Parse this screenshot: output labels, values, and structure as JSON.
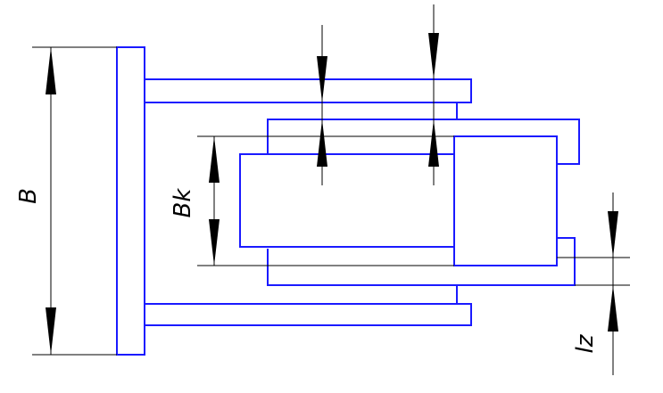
{
  "labels": {
    "overall_width": "B",
    "inner_width": "Bk",
    "gap": "lz"
  },
  "colors": {
    "part_outline": "#1a1aff",
    "dimension_lines": "#000000",
    "background": "#ffffff"
  }
}
